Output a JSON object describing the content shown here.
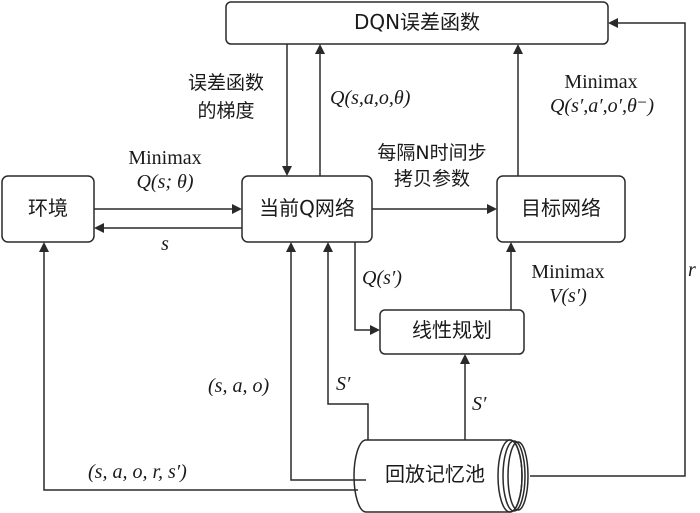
{
  "nodes": {
    "dqn_loss": "DQN误差函数",
    "environment": "环境",
    "current_q": "当前Q网络",
    "target_net": "目标网络",
    "linear_prog": "线性规划",
    "replay_memory": "回放记忆池"
  },
  "edges": {
    "loss_gradient_line1": "误差函数",
    "loss_gradient_line2": "的梯度",
    "q_current": "Q(s,a,o,θ)",
    "target_line1": "Minimax",
    "target_line2": "Q(s′,a′,o′,θ⁻)",
    "env_to_q_line1": "Minimax",
    "env_to_q_line2": "Q(s; θ)",
    "q_to_env": "s",
    "copy_line1": "每隔N时间步",
    "copy_line2": "拷贝参数",
    "q_s_prime": "Q(s′)",
    "lp_to_target_line1": "Minimax",
    "lp_to_target_line2": "V(s′)",
    "reward": "r",
    "sao": "(s, a, o)",
    "s_prime_to_q": "S′",
    "s_prime_to_lp": "S′",
    "transition": "(s, a, o, r, s′)"
  }
}
